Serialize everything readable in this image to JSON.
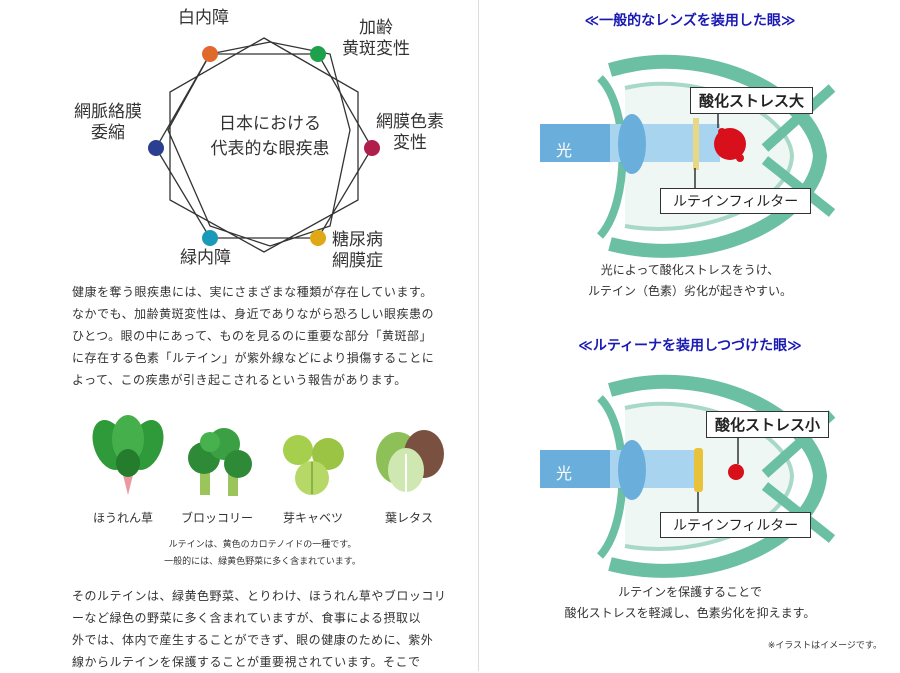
{
  "diagram": {
    "center_line1": "日本における",
    "center_line2": "代表的な眼疾患",
    "diseases": [
      {
        "l1": "白内障",
        "l2": "",
        "color": "#e06a2c"
      },
      {
        "l1": "加齢",
        "l2": "黄斑変性",
        "color": "#1fa04a"
      },
      {
        "l1": "網膜色素",
        "l2": "変性",
        "color": "#b01e4b"
      },
      {
        "l1": "糖尿病",
        "l2": "網膜症",
        "color": "#e0a814"
      },
      {
        "l1": "緑内障",
        "l2": "",
        "color": "#1a9ab8"
      },
      {
        "l1": "網脈絡膜",
        "l2": "委縮",
        "color": "#2a3f8f"
      }
    ]
  },
  "paragraph1": [
    "健康を奪う眼疾患には、実にさまざまな種類が存在しています。",
    "なかでも、加齢黄斑変性は、身近でありながら恐ろしい眼疾患の",
    "ひとつ。眼の中にあって、ものを見るのに重要な部分「黄斑部」",
    "に存在する色素「ルテイン」が紫外線などにより損傷することに",
    "よって、この疾患が引き起こされるという報告があります。"
  ],
  "vegetables": [
    {
      "name": "ほうれん草"
    },
    {
      "name": "ブロッコリー"
    },
    {
      "name": "芽キャベツ"
    },
    {
      "name": "葉レタス"
    }
  ],
  "veg_note": [
    "ルテインは、黄色のカロテノイドの一種です。",
    "一般的には、緑黄色野菜に多く含まれています。"
  ],
  "paragraph2": [
    "そのルテインは、緑黄色野菜、とりわけ、ほうれん草やブロッコリ",
    "ーなど緑色の野菜に多く含まれていますが、食事による摂取以",
    "外では、体内で産生することができず、眼の健康のために、紫外",
    "線からルテインを保護することが重要視されています。そこで"
  ],
  "eye_top": {
    "title": "≪一般的なレンズを装用した眼≫",
    "light": "光",
    "stress_label": "酸化ストレス大",
    "filter_label": "ルテインフィルター",
    "caption": [
      "光によって酸化ストレスをうけ、",
      "ルテイン（色素）劣化が起きやすい。"
    ]
  },
  "eye_bottom": {
    "title": "≪ルティーナを装用しつづけた眼≫",
    "light": "光",
    "stress_label": "酸化ストレス小",
    "filter_label": "ルテインフィルター",
    "caption": [
      "ルテインを保護することで",
      "酸化ストレスを軽減し、色素劣化を抑えます。"
    ]
  },
  "footnote": "※イラストはイメージです。",
  "colors": {
    "title_blue": "#1919b3",
    "eye_green": "#6bbfa3",
    "light_blue": "#6aaedc",
    "stress_red": "#d8101c",
    "filter_yellow": "#e8c33a"
  }
}
